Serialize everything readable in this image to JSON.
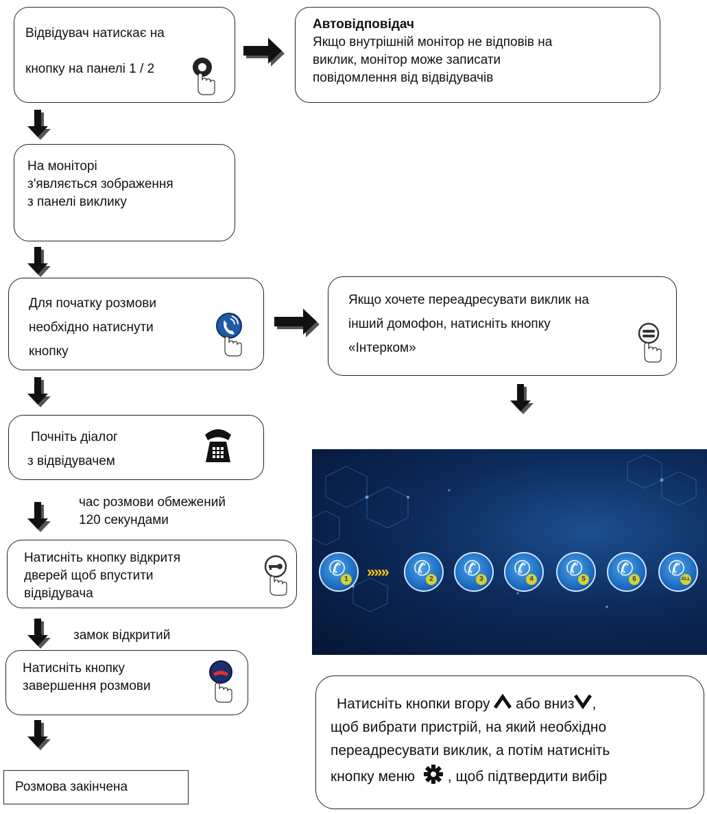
{
  "steps": {
    "visitor_press_line1": "Відвідувач  натискає  на",
    "visitor_press_line2": "кнопку на панелі 1 / 2",
    "monitor_line1": "На моніторі",
    "monitor_line2": "з'являється зображення",
    "monitor_line3": "з панелі виклику",
    "start_line1": "Для початку розмови",
    "start_line2": "необхідно натиснути",
    "start_line3": "кнопку",
    "dialog_line1": "Почніть діалог",
    "dialog_line2": "з відвідувачем",
    "talk_time_line1": "час розмови обмежений",
    "talk_time_line2": "120  секундами",
    "open_line1": "Натисніть кнопку відкритя",
    "open_line2": "дверей щоб впустити",
    "open_line3": "відвідувача",
    "lock_open": "замок відкритий",
    "end_line1": "Натисніть кнопку",
    "end_line2": "завершення розмови",
    "finished": "Розмова закінчена"
  },
  "answering_machine": {
    "title": "Автовідповідач",
    "line1": "Якщо внутрішній монітор не відповів на",
    "line2": "виклик, монітор може записати",
    "line3": "повідомлення від відвідувачів"
  },
  "transfer": {
    "line1": "Якщо хочете переадресувати виклик на",
    "line2": "інший домофон, натисніть кнопку",
    "line3": "«Інтерком»"
  },
  "select_device": {
    "line1_a": "Натисніть кнопки вгору",
    "line1_b": "або вниз",
    "line1_c": ",",
    "line2": "щоб вибрати пристрій, на який необхідно",
    "line3": "переадресувати виклик, а потім натисніть",
    "line4_a": "кнопку меню",
    "line4_b": ",   щоб підтвердити вибір"
  },
  "monitor_screen": {
    "buttons": [
      "1",
      "2",
      "3",
      "4",
      "5",
      "6",
      "ALL"
    ],
    "arrow": "»»»"
  },
  "icons": [
    "hand-press-icon",
    "phone-icon",
    "intercom-icon",
    "desk-phone-icon",
    "key-icon",
    "hang-up-icon",
    "up-caret-icon",
    "down-caret-icon",
    "gear-icon"
  ]
}
